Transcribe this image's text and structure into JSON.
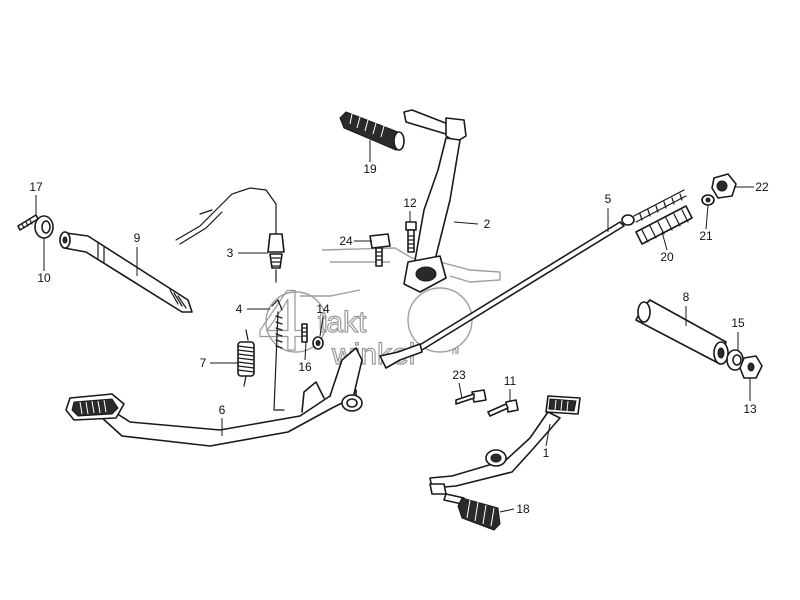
{
  "watermark": {
    "digit": "4",
    "word_top": "takt",
    "word_bottom": "winkel",
    "suffix": "nl"
  },
  "callouts": [
    {
      "id": "c1",
      "label": "1"
    },
    {
      "id": "c2",
      "label": "2"
    },
    {
      "id": "c3",
      "label": "3"
    },
    {
      "id": "c4",
      "label": "4"
    },
    {
      "id": "c5",
      "label": "5"
    },
    {
      "id": "c6",
      "label": "6"
    },
    {
      "id": "c7",
      "label": "7"
    },
    {
      "id": "c8",
      "label": "8"
    },
    {
      "id": "c9",
      "label": "9"
    },
    {
      "id": "c10",
      "label": "10"
    },
    {
      "id": "c11",
      "label": "11"
    },
    {
      "id": "c12",
      "label": "12"
    },
    {
      "id": "c13",
      "label": "13"
    },
    {
      "id": "c14",
      "label": "14"
    },
    {
      "id": "c15",
      "label": "15"
    },
    {
      "id": "c16",
      "label": "16"
    },
    {
      "id": "c17",
      "label": "17"
    },
    {
      "id": "c18",
      "label": "18"
    },
    {
      "id": "c19",
      "label": "19"
    },
    {
      "id": "c20",
      "label": "20"
    },
    {
      "id": "c21",
      "label": "21"
    },
    {
      "id": "c22",
      "label": "22"
    },
    {
      "id": "c23",
      "label": "23"
    },
    {
      "id": "c24",
      "label": "24"
    }
  ]
}
